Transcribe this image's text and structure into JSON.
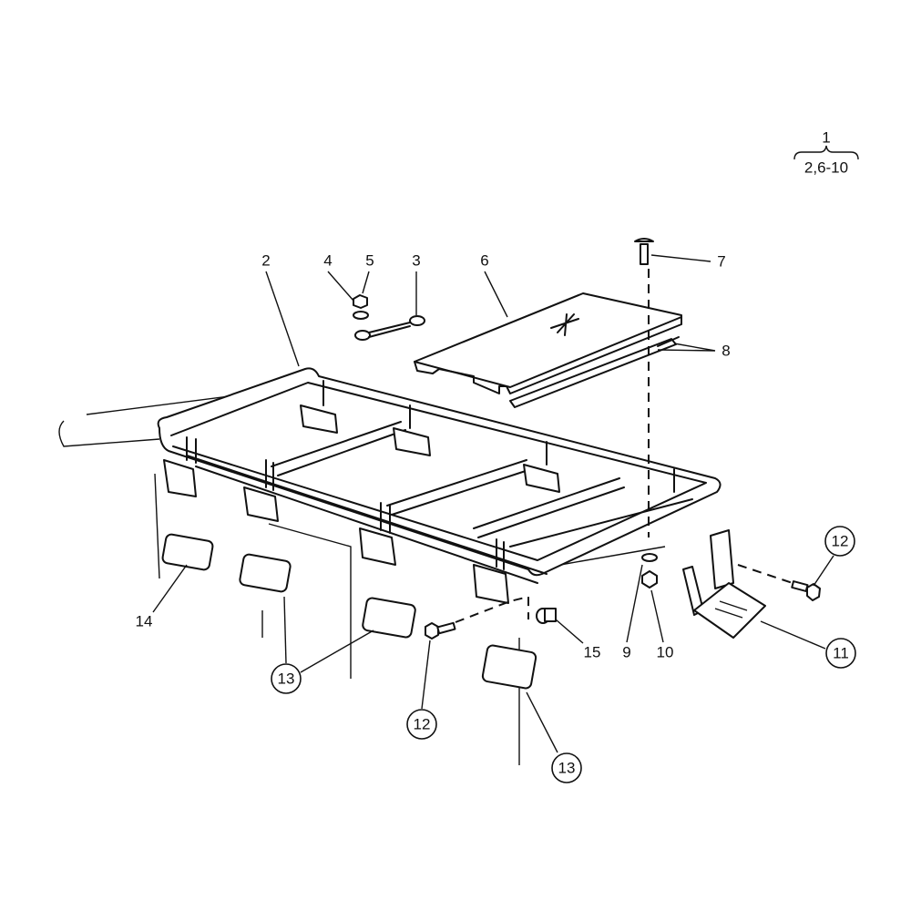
{
  "assembly": {
    "number": "1",
    "includes": "2,6-10"
  },
  "callouts": {
    "c2": "2",
    "c3": "3",
    "c4": "4",
    "c5": "5",
    "c6": "6",
    "c7": "7",
    "c8": "8",
    "c9": "9",
    "c10": "10",
    "c11": "11",
    "c12a": "12",
    "c12b": "12",
    "c13a": "13",
    "c13b": "13",
    "c14": "14",
    "c15": "15"
  }
}
